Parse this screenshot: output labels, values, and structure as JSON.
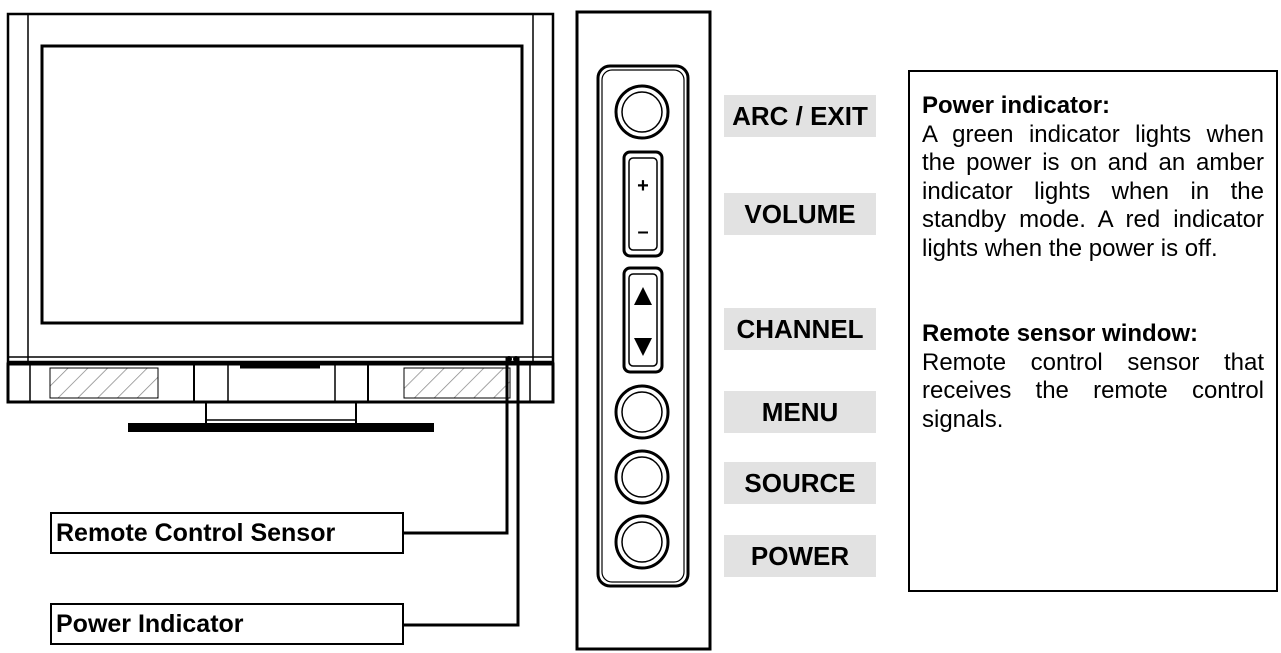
{
  "buttons": {
    "arc_exit": "ARC / EXIT",
    "volume": "VOLUME",
    "volume_plus": "+",
    "volume_minus": "–",
    "channel": "CHANNEL",
    "menu": "MENU",
    "source": "SOURCE",
    "power": "POWER"
  },
  "callouts": {
    "remote_sensor": "Remote Control Sensor",
    "power_indicator": "Power Indicator"
  },
  "info": {
    "power_heading": "Power indicator:",
    "power_text": "A green indicator lights when the power is on and an amber indicator lights when in the standby mode. A red indicator lights when the power is off.",
    "sensor_heading": "Remote sensor window:",
    "sensor_text": "Remote control sensor that receives the remote control signals."
  },
  "colors": {
    "line": "#000000",
    "label_bg": "#e2e2e2",
    "hatch": "#888888"
  }
}
